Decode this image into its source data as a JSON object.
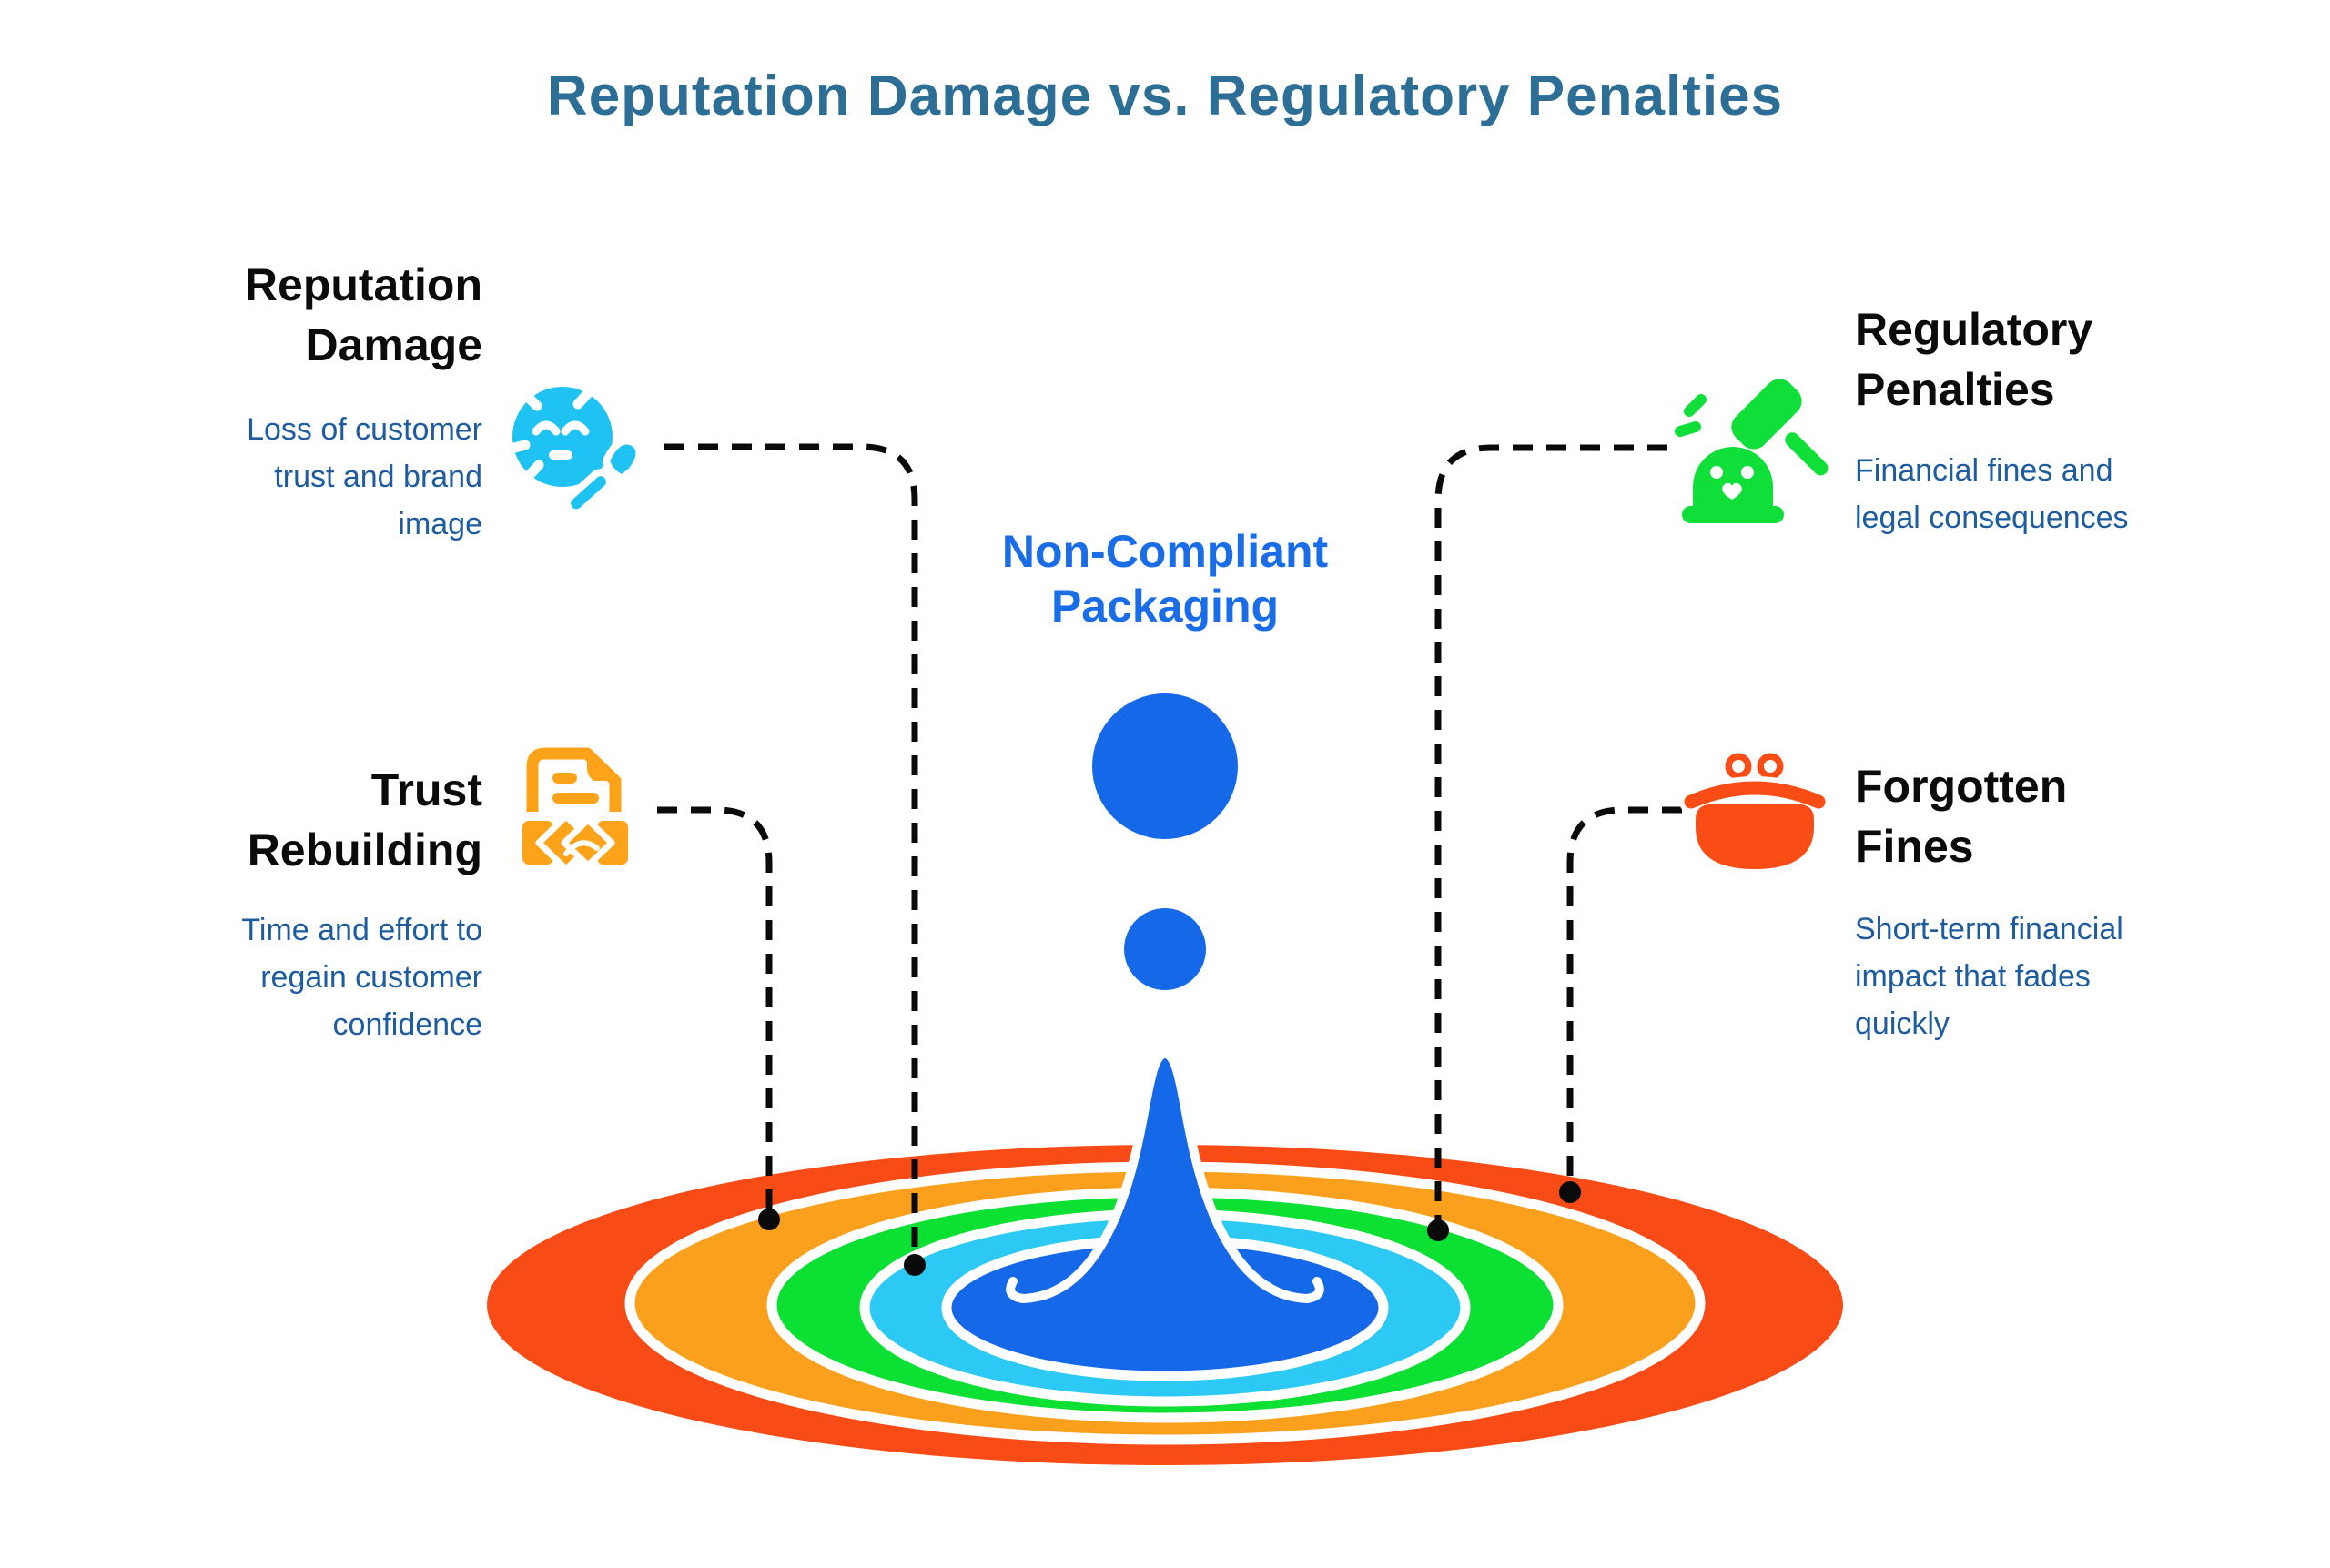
{
  "title": "Reputation Damage vs. Regulatory Penalties",
  "center": {
    "label": "Non-Compliant Packaging"
  },
  "callouts": [
    {
      "id": "reputation-damage",
      "title": "Reputation Damage",
      "description": "Loss of customer trust and brand image",
      "icon": "face-mask-brush-icon",
      "accent_color": "#1FC3F3",
      "connected_ring": "cyan",
      "side": "top-left"
    },
    {
      "id": "regulatory-penalties",
      "title": "Regulatory Penalties",
      "description": "Financial fines and legal consequences",
      "icon": "gavel-icon",
      "accent_color": "#10DF3A",
      "connected_ring": "green",
      "side": "top-right"
    },
    {
      "id": "trust-rebuilding",
      "title": "Trust Rebuilding",
      "description": "Time and effort to regain customer confidence",
      "icon": "document-handshake-icon",
      "accent_color": "#FCA31A",
      "connected_ring": "orange",
      "side": "bottom-left"
    },
    {
      "id": "forgotten-fines",
      "title": "Forgotten Fines",
      "description": "Short-term financial impact that fades quickly",
      "icon": "coin-purse-icon",
      "accent_color": "#FA4D15",
      "connected_ring": "red",
      "side": "bottom-right"
    }
  ],
  "ripple_rings_outer_to_inner": [
    "red",
    "orange",
    "green",
    "cyan",
    "blue"
  ],
  "colors": {
    "title": "#2C6E95",
    "body": "#1E5CA0",
    "heading": "#0B0B0B",
    "label": "#1A6DE9",
    "blue": "#1568E8",
    "cyan": "#2BC9F4",
    "green": "#0CE033",
    "orange": "#FBA01D",
    "red": "#F94B16",
    "icon-cyan": "#1FC3F3",
    "icon-green": "#10DF3A",
    "icon-orange": "#FCA31A",
    "icon-red": "#FA4D15",
    "line": "#0A0A0A"
  }
}
